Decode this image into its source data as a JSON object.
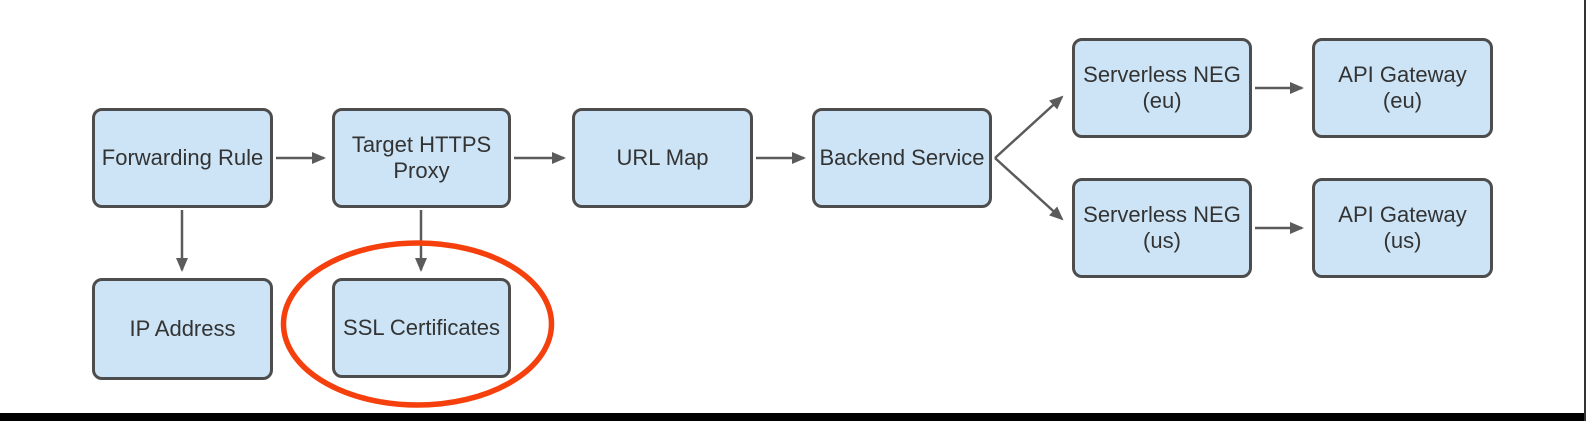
{
  "colors": {
    "background": "#ffffff",
    "node_fill": "#cce4f6",
    "node_border": "#4d4d4d",
    "node_text": "#333333",
    "arrow": "#5b5b5b",
    "highlight": "#f5400d",
    "bottom_bar": "#000000"
  },
  "nodes": {
    "forwarding_rule": {
      "label": "Forwarding Rule"
    },
    "target_https_proxy": {
      "label": "Target HTTPS\nProxy"
    },
    "url_map": {
      "label": "URL Map"
    },
    "backend_service": {
      "label": "Backend Service"
    },
    "serverless_neg_eu": {
      "label": "Serverless NEG\n(eu)"
    },
    "api_gateway_eu": {
      "label": "API Gateway\n(eu)"
    },
    "serverless_neg_us": {
      "label": "Serverless NEG\n(us)"
    },
    "api_gateway_us": {
      "label": "API Gateway\n(us)"
    },
    "ip_address": {
      "label": "IP Address"
    },
    "ssl_certificates": {
      "label": "SSL Certificates"
    }
  },
  "edges": [
    {
      "from": "Forwarding Rule",
      "to": "Target HTTPS Proxy"
    },
    {
      "from": "Forwarding Rule",
      "to": "IP Address"
    },
    {
      "from": "Target HTTPS Proxy",
      "to": "URL Map"
    },
    {
      "from": "Target HTTPS Proxy",
      "to": "SSL Certificates"
    },
    {
      "from": "URL Map",
      "to": "Backend Service"
    },
    {
      "from": "Backend Service",
      "to": "Serverless NEG (eu)"
    },
    {
      "from": "Backend Service",
      "to": "Serverless NEG (us)"
    },
    {
      "from": "Serverless NEG (eu)",
      "to": "API Gateway (eu)"
    },
    {
      "from": "Serverless NEG (us)",
      "to": "API Gateway (us)"
    }
  ],
  "annotation": {
    "shape": "ellipse",
    "around": "SSL Certificates",
    "color": "#f5400d"
  }
}
